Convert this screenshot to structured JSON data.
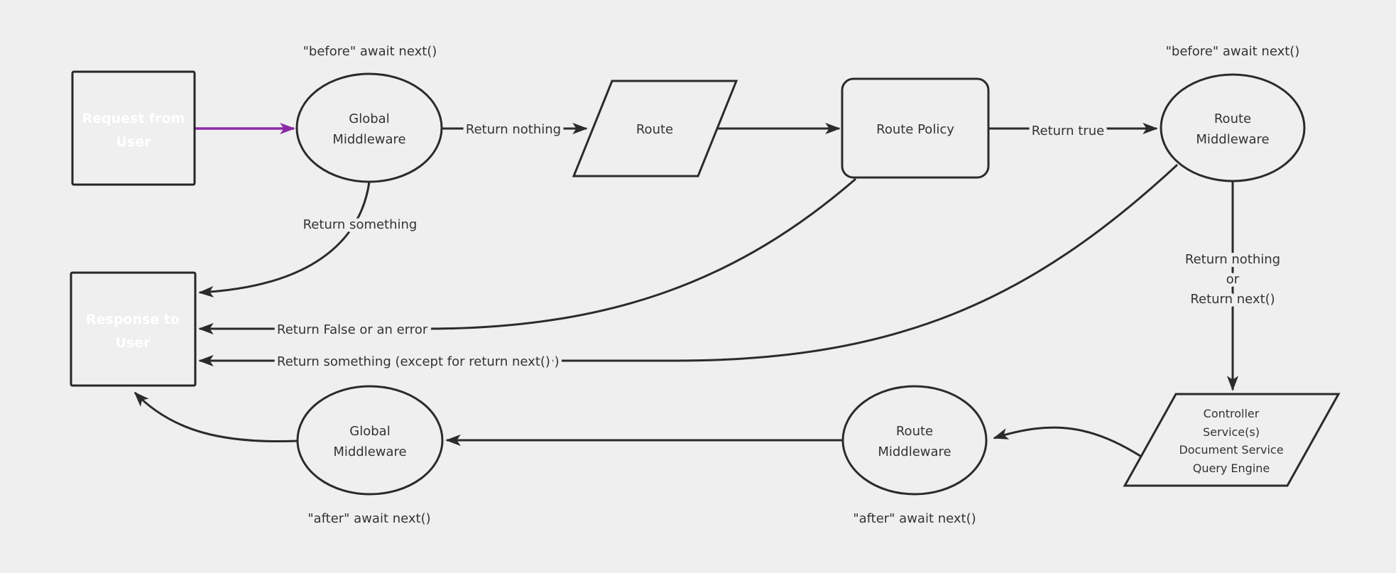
{
  "canvas": {
    "background": "#efefef",
    "line_color": "#2b2b2b",
    "text_color": "#333333",
    "purple_fill": "#8a2ba5",
    "purple_border": "#262626"
  },
  "nodes": {
    "request": {
      "line1": "Request from",
      "line2": "User"
    },
    "response": {
      "line1": "Response to",
      "line2": "User"
    },
    "global_middleware_top": {
      "line1": "Global",
      "line2": "Middleware"
    },
    "route": {
      "label": "Route"
    },
    "route_policy": {
      "label": "Route Policy"
    },
    "route_middleware_top": {
      "line1": "Route",
      "line2": "Middleware"
    },
    "controller": {
      "line1": "Controller",
      "line2": "Service(s)",
      "line3": "Document Service",
      "line4": "Query Engine"
    },
    "route_middleware_bottom": {
      "line1": "Route",
      "line2": "Middleware"
    },
    "global_middleware_bottom": {
      "line1": "Global",
      "line2": "Middleware"
    }
  },
  "edge_labels": {
    "before_await_left": "\"before\" await next()",
    "before_await_right": "\"before\" await next()",
    "return_nothing": "Return nothing",
    "return_true": "Return true",
    "return_something": "Return something",
    "return_false_or_error": "Return False or an error",
    "return_something_except": "Return something (except for return next() )",
    "return_nothing_or_1": "Return nothing",
    "return_nothing_or_2": "or",
    "return_nothing_or_3": "Return next()",
    "after_await_left": "\"after\" await next()",
    "after_await_right": "\"after\" await next()"
  }
}
